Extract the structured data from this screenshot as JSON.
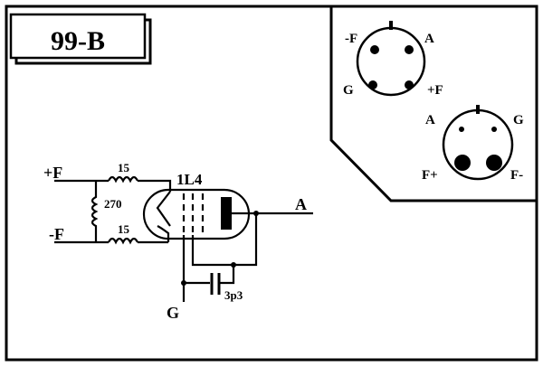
{
  "title": "99-B",
  "colors": {
    "ink": "#000000",
    "paper": "#ffffff"
  },
  "schematic": {
    "tube_label": "1L4",
    "terminal_plus_f": "+F",
    "terminal_minus_f": "-F",
    "terminal_anode": "A",
    "terminal_grid": "G",
    "resistor_top": "15",
    "resistor_bottom": "15",
    "resistor_shunt": "270",
    "capacitor": "3p3"
  },
  "socket_4pin": {
    "pin_minus_f": "-F",
    "pin_a": "A",
    "pin_g": "G",
    "pin_plus_f": "+F"
  },
  "socket_side": {
    "pin_a": "A",
    "pin_g": "G",
    "pin_f_plus": "F+",
    "pin_f_minus": "F-"
  }
}
